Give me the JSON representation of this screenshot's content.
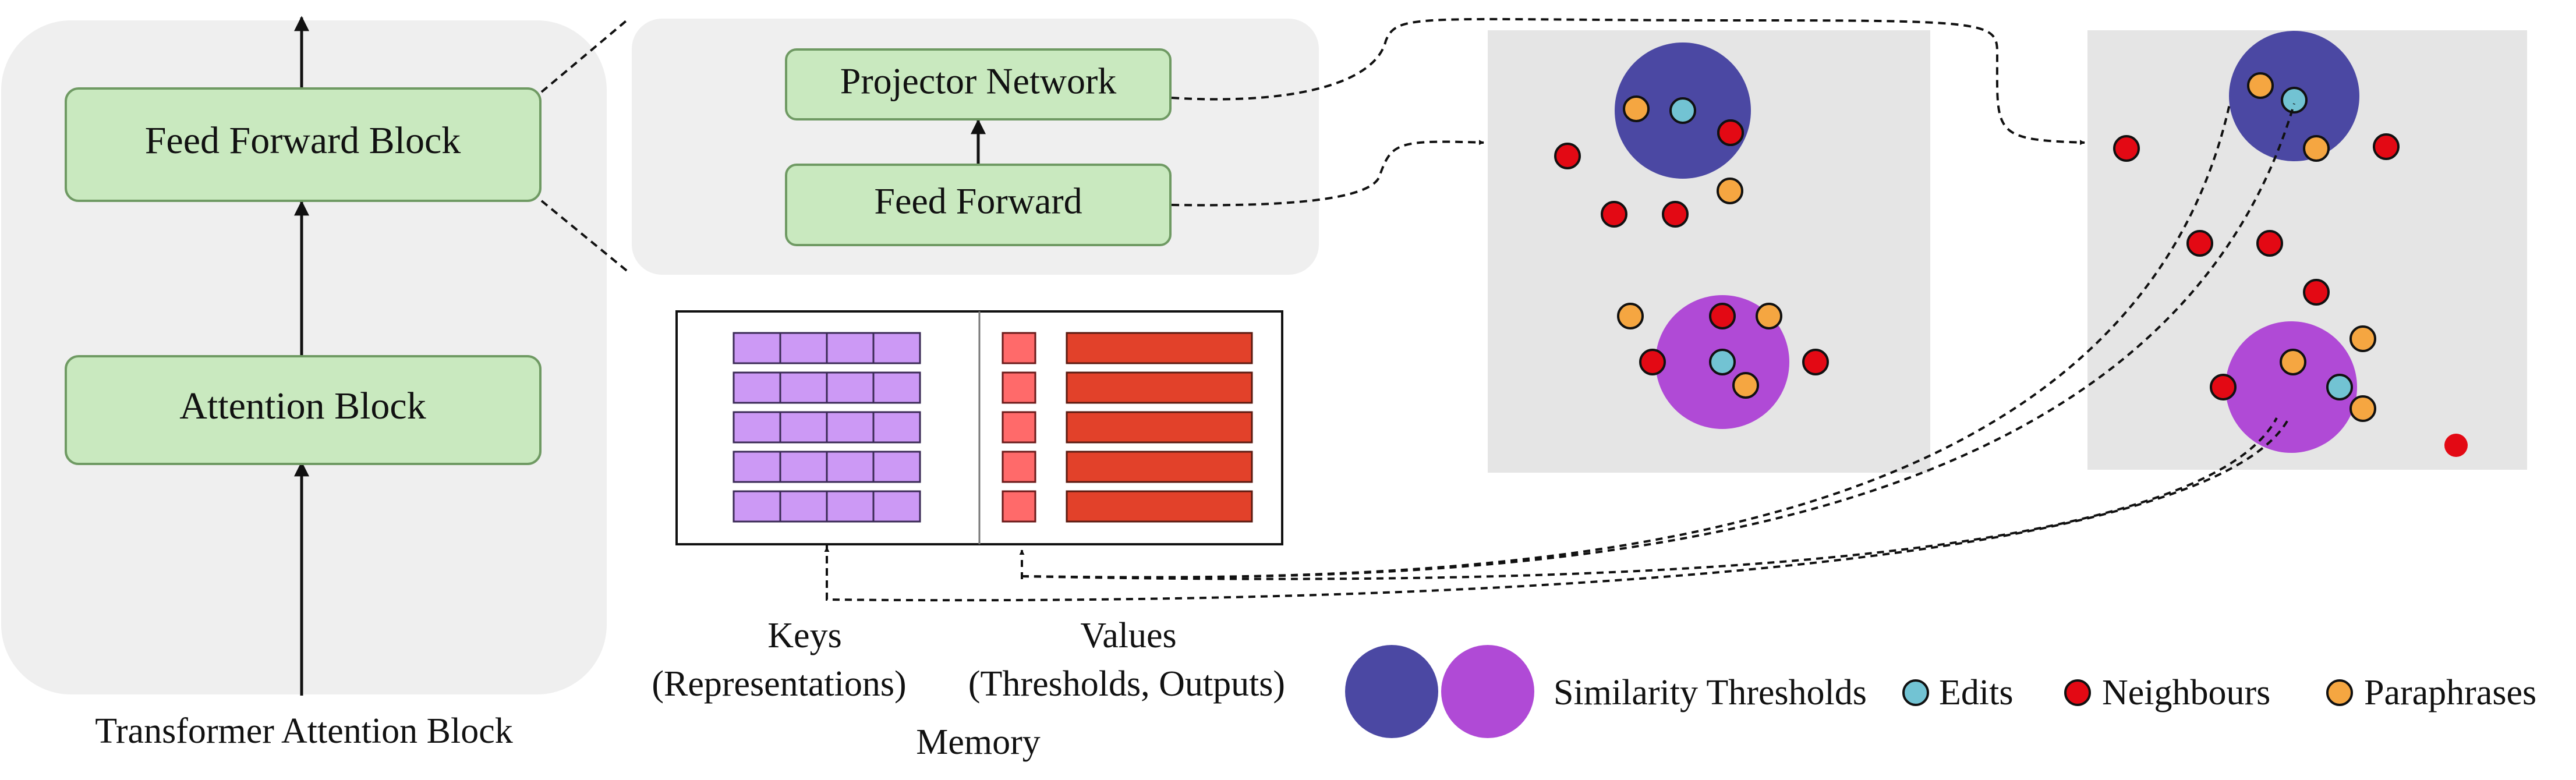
{
  "transformer": {
    "ffn_label": "Feed Forward Block",
    "attn_label": "Attention Block",
    "caption": "Transformer Attention Block"
  },
  "zoom": {
    "projector_label": "Projector Network",
    "ff_label": "Feed Forward"
  },
  "memory": {
    "keys_label": "Keys",
    "keys_sub": "(Representations)",
    "values_label": "Values",
    "values_sub": "(Thresholds, Outputs)",
    "caption": "Memory"
  },
  "legend": {
    "thresholds": "Similarity Thresholds",
    "edits": "Edits",
    "neighbours": "Neighbours",
    "paraphrases": "Paraphrases"
  },
  "colors": {
    "panel_bg": "#efefef",
    "box_fill": "#c9e9bf",
    "box_stroke": "#6f9a63",
    "scatter_bg": "#e5e5e5",
    "threshold_blue": "#4b48a3",
    "threshold_purple": "#b04ad6",
    "edit": "#72c3d3",
    "neighbour": "#e30914",
    "paraphrase": "#f5a641",
    "key_cell": "#cc99f5",
    "value_small": "#ff6a6a",
    "value_bar": "#e2412a"
  }
}
